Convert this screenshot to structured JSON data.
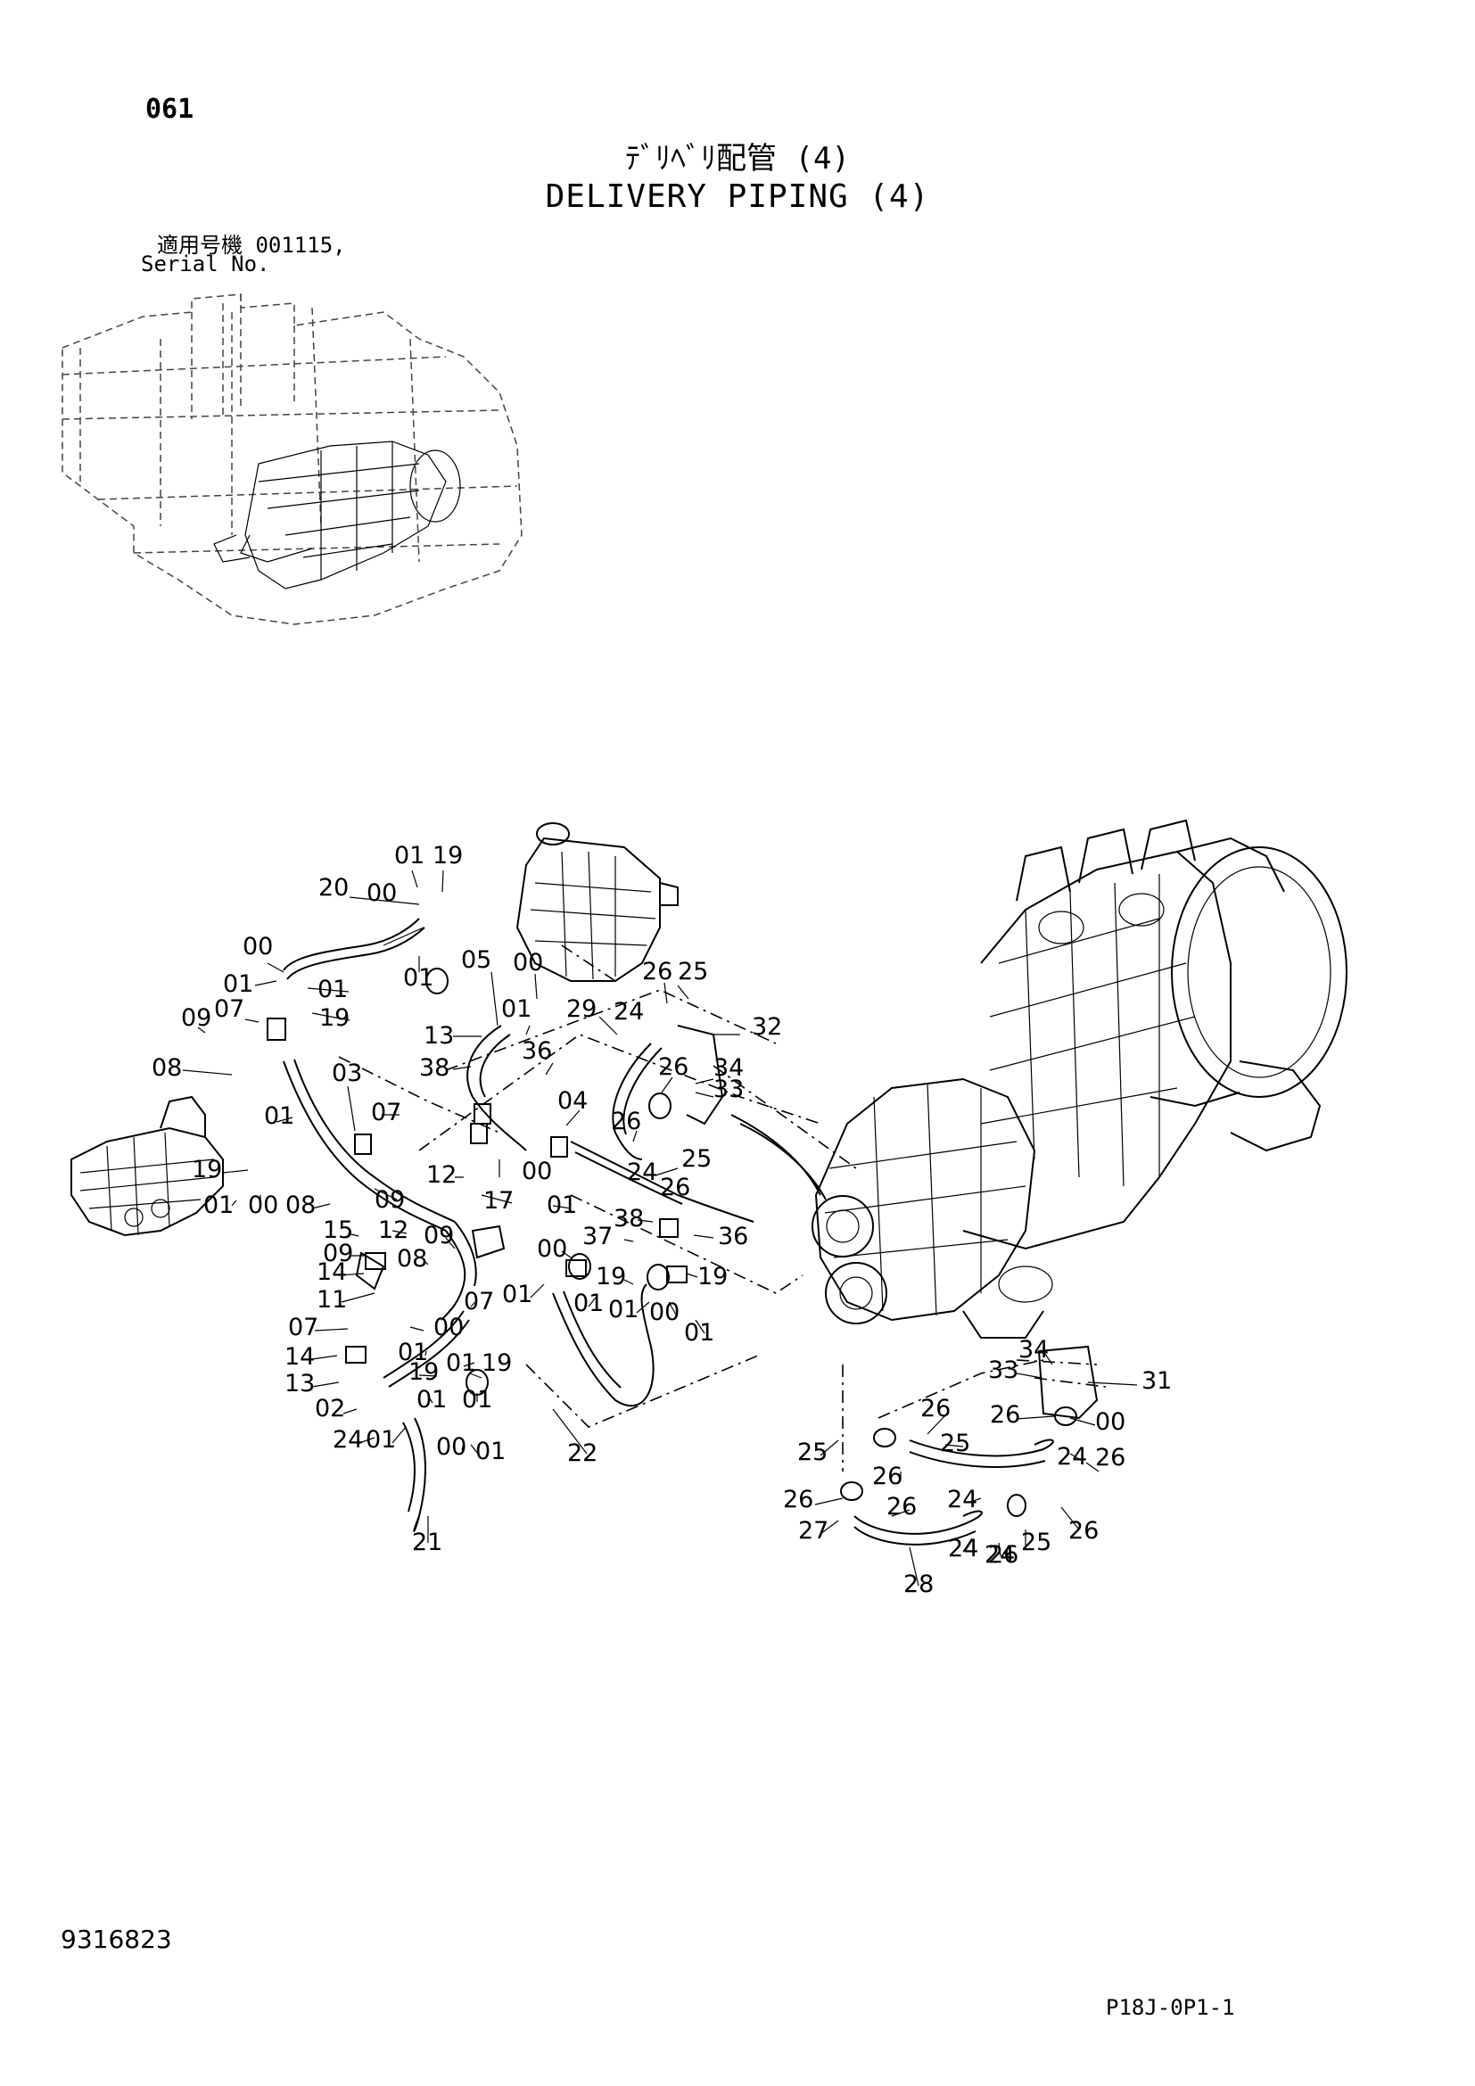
{
  "header": {
    "page_number": "061",
    "title_jp": "ﾃﾞﾘﾍﾞﾘ配管 (4)",
    "title_en": "DELIVERY PIPING (4)",
    "serial_label_jp": "適用号機  001115,",
    "serial_label_en": "Serial No."
  },
  "footer": {
    "doc_number": "9316823",
    "page_code": "P18J-0P1-1"
  },
  "callouts": [
    "01",
    "19",
    "20",
    "00",
    "00",
    "01",
    "01",
    "01",
    "19",
    "05",
    "00",
    "26",
    "25",
    "13",
    "01",
    "29",
    "24",
    "09",
    "07",
    "32",
    "03",
    "38",
    "36",
    "08",
    "04",
    "26",
    "34",
    "01",
    "33",
    "07",
    "26",
    "19",
    "12",
    "24",
    "01",
    "00",
    "25",
    "26",
    "08",
    "09",
    "00",
    "17",
    "01",
    "38",
    "36",
    "15",
    "12",
    "37",
    "09",
    "00",
    "09",
    "14",
    "08",
    "19",
    "19",
    "11",
    "07",
    "01",
    "01",
    "01",
    "00",
    "01",
    "07",
    "00",
    "01",
    "14",
    "34",
    "33",
    "31",
    "13",
    "19",
    "01",
    "19",
    "01",
    "26",
    "02",
    "01",
    "26",
    "00",
    "25",
    "24",
    "01",
    "00",
    "01",
    "22",
    "25",
    "24",
    "26",
    "26",
    "26",
    "24",
    "26",
    "26",
    "27",
    "24",
    "24",
    "26",
    "25",
    "21",
    "28"
  ]
}
